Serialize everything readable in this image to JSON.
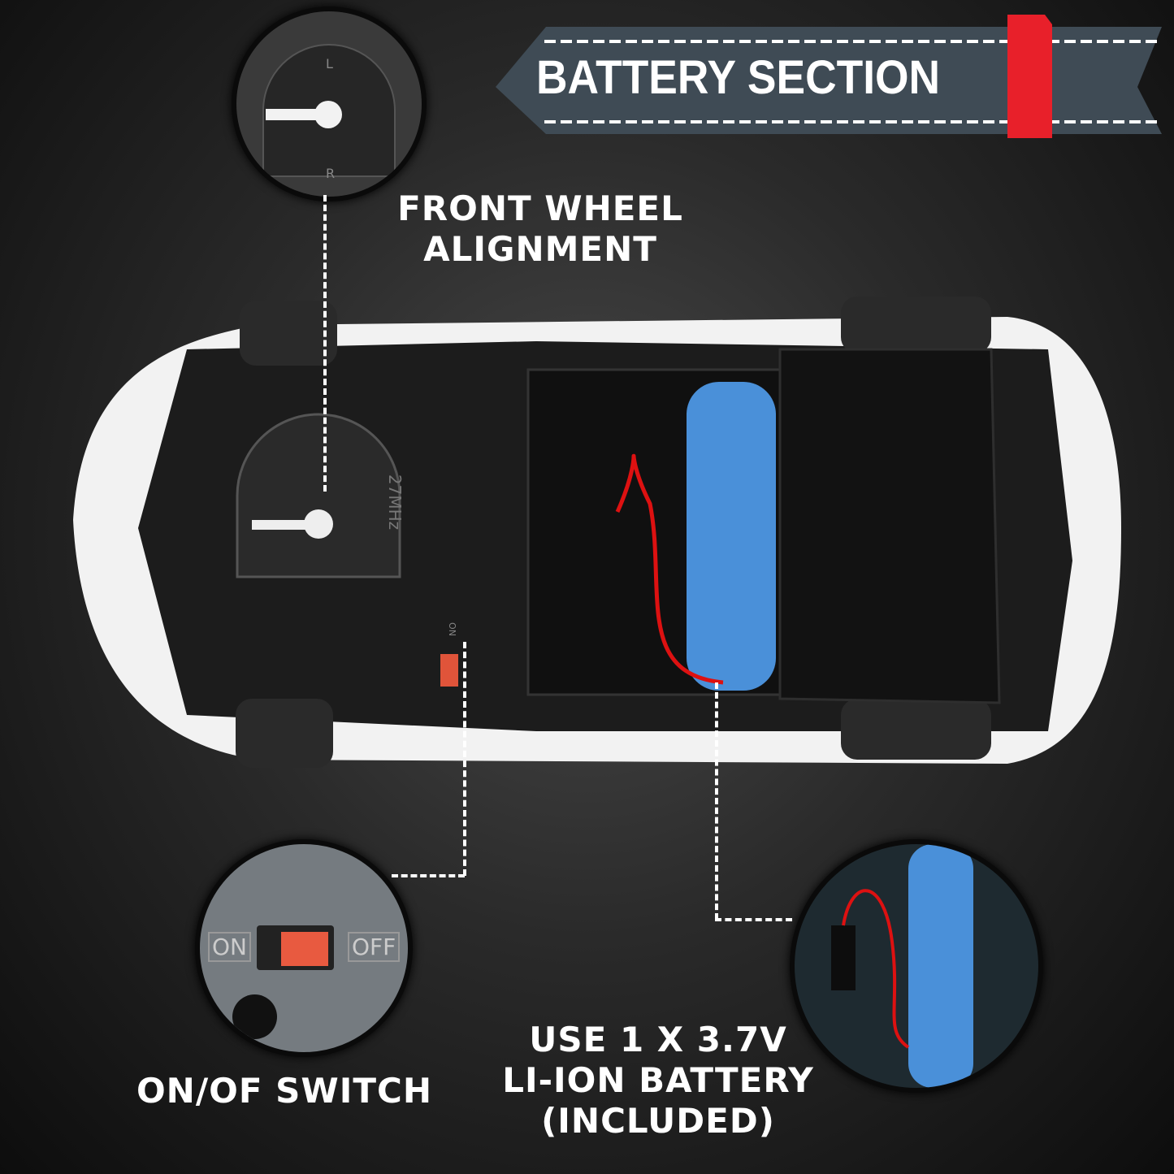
{
  "banner": {
    "title": "BATTERY SECTION",
    "colors": {
      "ribbon": "#3f4b55",
      "tab": "#e8202a"
    }
  },
  "labels": {
    "front_wheel": [
      "FRONT WHEEL",
      "ALIGNMENT"
    ],
    "switch": "ON/OF SWITCH",
    "battery": [
      "USE 1 X 3.7V",
      "LI-ION BATTERY",
      "(INCLUDED)"
    ]
  },
  "switch_closeup": {
    "on": "ON",
    "off": "OFF"
  },
  "chassis": {
    "freq": "27MHz",
    "switch_on": "ON",
    "alignment_l": "L",
    "alignment_r": "R"
  },
  "colors": {
    "battery": "#4a90d9",
    "car_body": "#f2f2f2",
    "chassis": "#1c1c1c"
  }
}
